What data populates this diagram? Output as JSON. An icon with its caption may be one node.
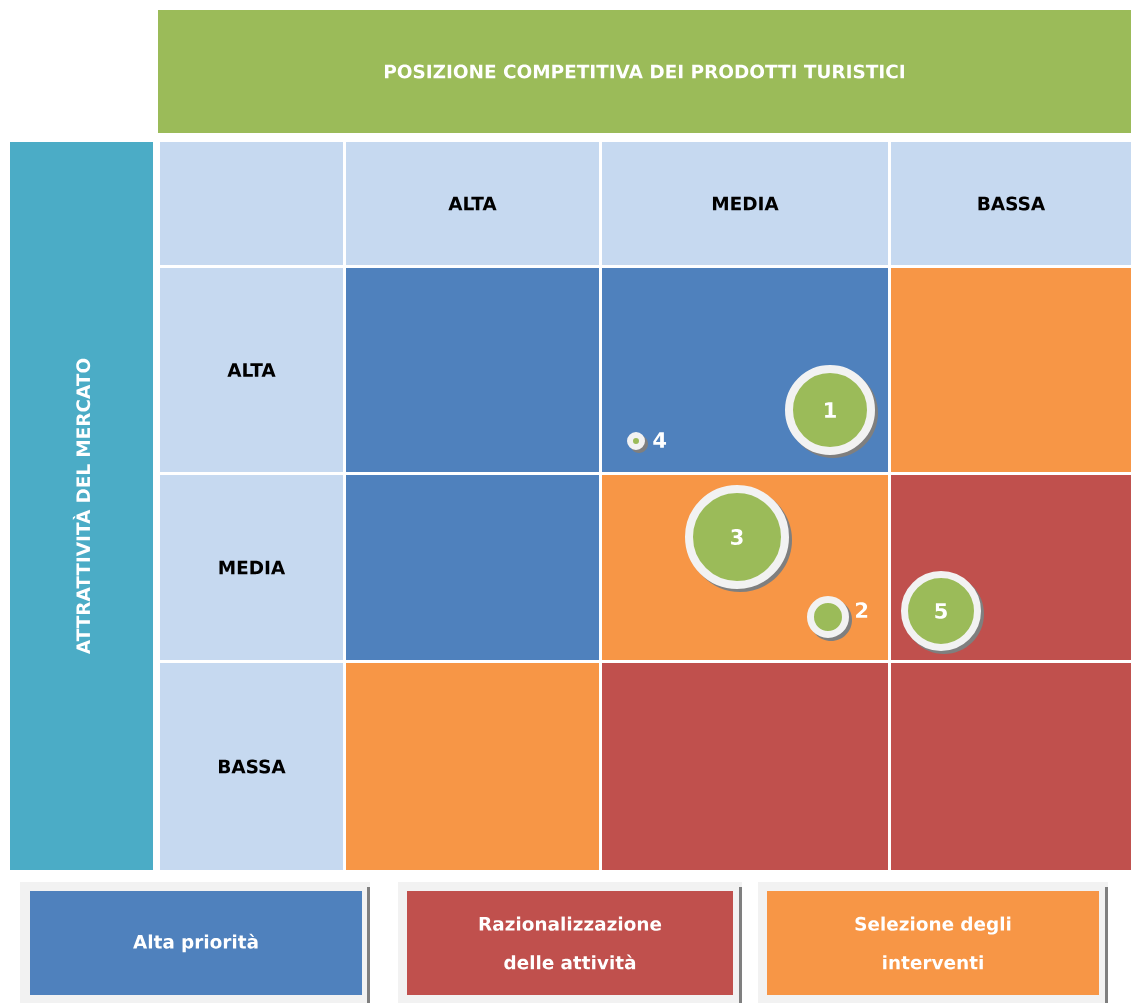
{
  "diagram": {
    "nodes": [
      {
        "text": [
          "POSIZIONE COMPETITIVA DEI PRODOTTI TURISTICI"
        ]
      },
      {
        "text": [
          "ATTRATTIVITÀ DEL MERCATO"
        ]
      },
      {
        "text": [],
        "shape": "box"
      },
      {
        "text": [
          "ALTA"
        ]
      },
      {
        "text": [
          "MEDIA"
        ]
      },
      {
        "text": [
          "BASSA"
        ]
      },
      {
        "text": [
          "ALTA"
        ]
      },
      {
        "text": [],
        "shape": "box"
      },
      {
        "text": [],
        "shape": "box"
      },
      {
        "text": [],
        "shape": "box"
      },
      {
        "text": [
          "MEDIA"
        ]
      },
      {
        "text": [],
        "shape": "box"
      },
      {
        "text": [],
        "shape": "box"
      },
      {
        "text": [],
        "shape": "box"
      },
      {
        "text": [
          "BASSA"
        ]
      },
      {
        "text": [],
        "shape": "box"
      },
      {
        "text": [],
        "shape": "box"
      },
      {
        "text": [],
        "shape": "box"
      },
      {
        "text": [
          "1"
        ],
        "in": 8
      },
      {
        "text": [],
        "shape": "circle",
        "beside": [
          "4"
        ],
        "in": 8
      },
      {
        "text": [
          "3"
        ],
        "in": 12
      },
      {
        "text": [],
        "shape": "circle",
        "beside": [
          "2"
        ],
        "in": 12
      },
      {
        "text": [
          "5"
        ],
        "in": 13
      }
    ],
    "legend": [
      {
        "text": "Alta priorità",
        "color": "#4f81bd"
      },
      {
        "text": "Razionalizzazione delle attività",
        "color": "#c0504d"
      },
      {
        "text": "Selezione degli interventi",
        "color": "#f79646"
      }
    ]
  }
}
